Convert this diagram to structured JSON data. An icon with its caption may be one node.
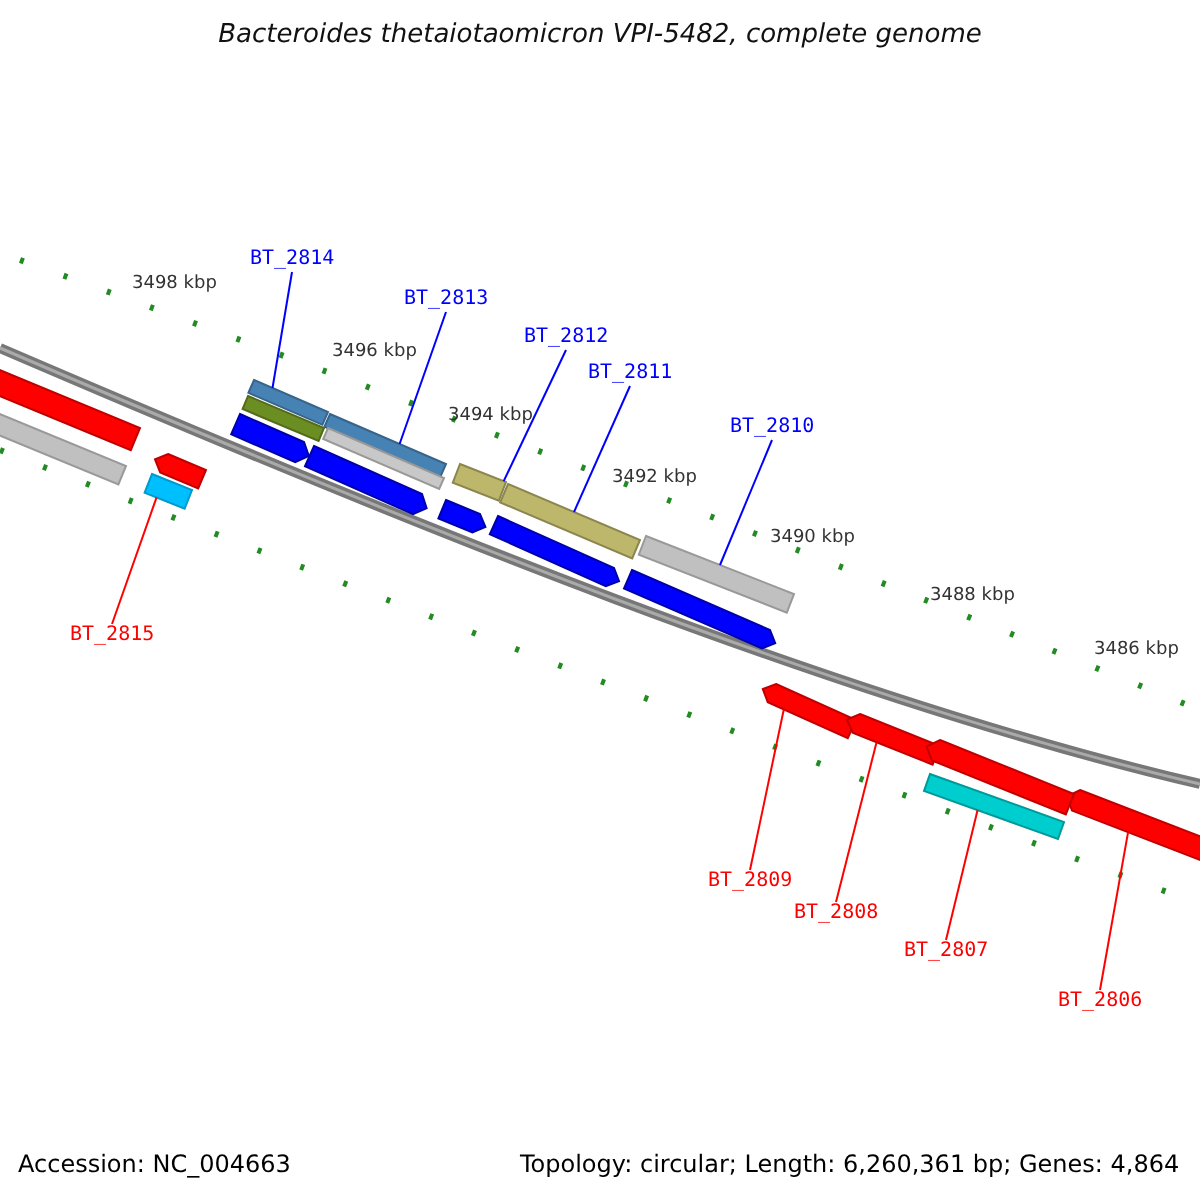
{
  "diagram": {
    "title": "Bacteroides thetaiotaomicron VPI-5482, complete genome",
    "nodes": [
      {
        "text": [
          "BT_2814"
        ]
      },
      {
        "text": [
          "BT_2813"
        ]
      },
      {
        "text": [
          "BT_2812"
        ]
      },
      {
        "text": [
          "BT_2811"
        ]
      },
      {
        "text": [
          "BT_2810"
        ]
      },
      {
        "text": [
          "BT_2815"
        ]
      },
      {
        "text": [
          "BT_2809"
        ]
      },
      {
        "text": [
          "BT_2808"
        ]
      },
      {
        "text": [
          "BT_2807"
        ]
      },
      {
        "text": [
          "BT_2806"
        ]
      },
      {
        "text": [],
        "shape": "bar"
      },
      {
        "text": [],
        "shape": "bar"
      },
      {
        "text": [],
        "shape": "bar"
      },
      {
        "text": [],
        "shape": "bar"
      },
      {
        "text": [],
        "shape": "bar"
      },
      {
        "text": [],
        "shape": "bar"
      },
      {
        "text": [],
        "shape": "arrow"
      },
      {
        "text": [],
        "shape": "arrow"
      },
      {
        "text": [],
        "shape": "bar"
      },
      {
        "text": [],
        "shape": "arrow"
      },
      {
        "text": [],
        "shape": "bar"
      },
      {
        "text": [],
        "shape": "bar"
      },
      {
        "text": [],
        "shape": "arrow"
      },
      {
        "text": [],
        "shape": "bar"
      },
      {
        "text": [],
        "shape": "bar"
      },
      {
        "text": [],
        "shape": "arrow"
      },
      {
        "text": [],
        "shape": "arrow"
      },
      {
        "text": [],
        "shape": "arrow"
      },
      {
        "text": [],
        "shape": "arrow"
      },
      {
        "text": [],
        "shape": "arrow"
      },
      {
        "text": [],
        "shape": "arrow"
      }
    ],
    "edges": [
      {
        "from": 0,
        "to": 10,
        "arrow": "none",
        "color": "#0000ff"
      },
      {
        "from": 1,
        "to": 11,
        "arrow": "none",
        "color": "#0000ff"
      },
      {
        "from": 2,
        "to": 12,
        "arrow": "none",
        "color": "#0000ff"
      },
      {
        "from": 3,
        "to": 13,
        "arrow": "none",
        "color": "#0000ff"
      },
      {
        "from": 4,
        "to": 14,
        "arrow": "none",
        "color": "#0000ff"
      },
      {
        "from": 5,
        "to": 15,
        "arrow": "none",
        "color": "#ff0000"
      },
      {
        "from": 6,
        "to": 16,
        "arrow": "none",
        "color": "#ff0000"
      },
      {
        "from": 7,
        "to": 17,
        "arrow": "none",
        "color": "#ff0000"
      },
      {
        "from": 8,
        "to": 18,
        "arrow": "none",
        "color": "#ff0000"
      },
      {
        "from": 9,
        "to": 19,
        "arrow": "none",
        "color": "#ff0000"
      }
    ],
    "labels": [
      "3498 kbp",
      "3496 kbp",
      "3494 kbp",
      "3492 kbp",
      "3490 kbp",
      "3488 kbp",
      "3486 kbp",
      "Accession: NC_004663",
      "Topology: circular; Length: 6,260,361 bp; Genes: 4,864"
    ]
  }
}
